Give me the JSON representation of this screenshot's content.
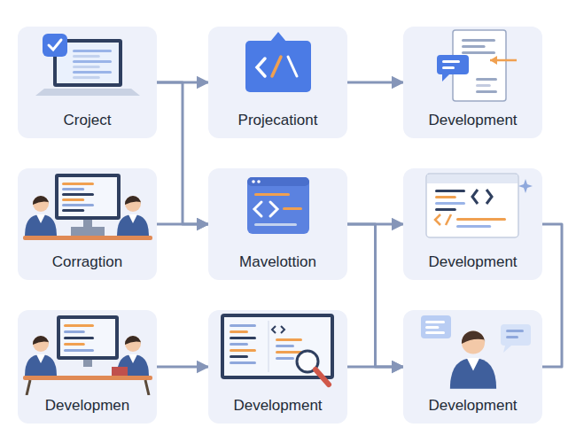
{
  "diagram": {
    "nodes": [
      {
        "text": [
          "Croject"
        ]
      },
      {
        "text": [
          "Projecationt"
        ]
      },
      {
        "text": [
          "Development"
        ]
      },
      {
        "text": [
          "Corragtion"
        ]
      },
      {
        "text": [
          "Mavelottion"
        ]
      },
      {
        "text": [
          "Development"
        ]
      },
      {
        "text": [
          "Developmen"
        ]
      },
      {
        "text": [
          "Development"
        ]
      },
      {
        "text": [
          "Development"
        ]
      }
    ],
    "edges": [
      {
        "from": 0,
        "to": 1,
        "arrow": "to"
      },
      {
        "from": 0,
        "to": 4,
        "arrow": "to"
      },
      {
        "from": 1,
        "to": 2,
        "arrow": "to"
      },
      {
        "from": 3,
        "to": 4,
        "arrow": "to"
      },
      {
        "from": 4,
        "to": 5,
        "arrow": "to"
      },
      {
        "from": 4,
        "to": 8,
        "arrow": "to"
      },
      {
        "from": 5,
        "to": 8,
        "arrow": "none"
      },
      {
        "from": 6,
        "to": 7,
        "arrow": "to"
      },
      {
        "from": 7,
        "to": 8,
        "arrow": "to"
      }
    ]
  }
}
